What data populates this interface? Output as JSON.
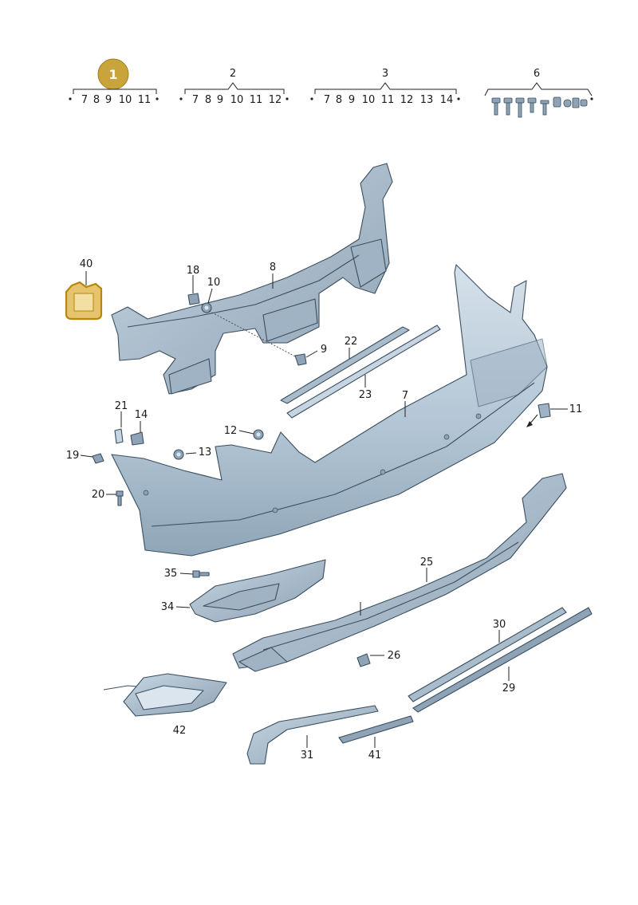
{
  "colors": {
    "part_fill": "#b8cad8",
    "part_dark": "#8ea3b5",
    "part_light": "#dbe5ee",
    "outline": "#3b4f60",
    "highlight_fill": "#d3a73c",
    "highlight_outline": "#b8860b",
    "badge": "#c9a43a"
  },
  "selected_group": "1",
  "groups": [
    {
      "id": "1",
      "items": [
        "7",
        "8",
        "9",
        "10",
        "11"
      ]
    },
    {
      "id": "2",
      "items": [
        "7",
        "8",
        "9",
        "10",
        "11",
        "12"
      ]
    },
    {
      "id": "3",
      "items": [
        "7",
        "8",
        "9",
        "10",
        "11",
        "12",
        "13",
        "14"
      ]
    },
    {
      "id": "6",
      "items": []
    }
  ],
  "labels": {
    "l40": "40",
    "l18": "18",
    "l10": "10",
    "l8": "8",
    "l9": "9",
    "l22": "22",
    "l23": "23",
    "l7": "7",
    "l21": "21",
    "l14": "14",
    "l12": "12",
    "l11": "11",
    "l19": "19",
    "l13": "13",
    "l20": "20",
    "l35": "35",
    "l25": "25",
    "l34": "34",
    "l30": "30",
    "l26": "26",
    "l29": "29",
    "l42": "42",
    "l31": "31",
    "l41": "41"
  }
}
